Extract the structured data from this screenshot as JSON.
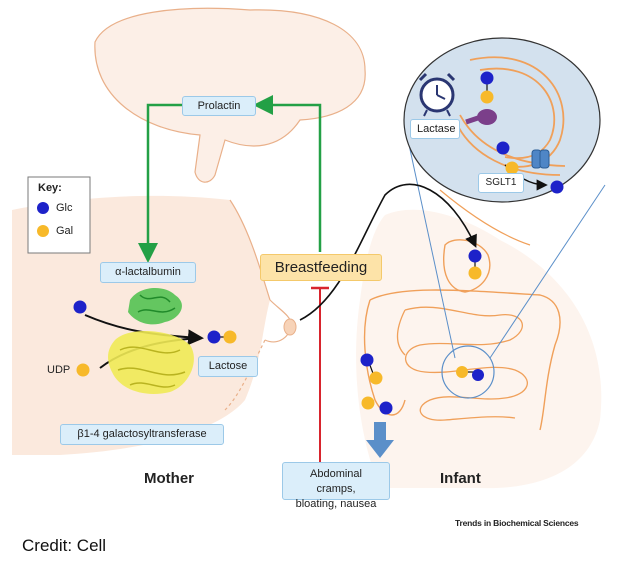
{
  "key": {
    "title": "Key:",
    "glc": "Glc",
    "gal": "Gal"
  },
  "hormone": {
    "prolactin": "Prolactin"
  },
  "mother": {
    "label": "Mother",
    "alpha_lactalbumin": "α-lactalbumin",
    "udp": "UDP",
    "lactose": "Lactose",
    "enzyme": "β1-4 galactosyltransferase"
  },
  "breastfeeding": "Breastfeeding",
  "symptoms": {
    "line1": "Abdominal cramps,",
    "line2": "bloating, nausea"
  },
  "infant": {
    "label": "Infant",
    "lactase": "Lactase",
    "transporter": "SGLT1"
  },
  "footer": {
    "journal": "Trends in Biochemical Sciences",
    "credit": "Credit: Cell"
  },
  "colors": {
    "glc": "#1d22c9",
    "gal": "#f7b92a",
    "green_arrow": "#23a046",
    "red_inhibit": "#d8242d",
    "body_fill": "#fbe9dd",
    "outline": "#f0a05a",
    "zoom_fill": "#d3e1ee",
    "blue_arrow": "#5b8fc9",
    "breastfeeding_box": "#fde3a8"
  }
}
